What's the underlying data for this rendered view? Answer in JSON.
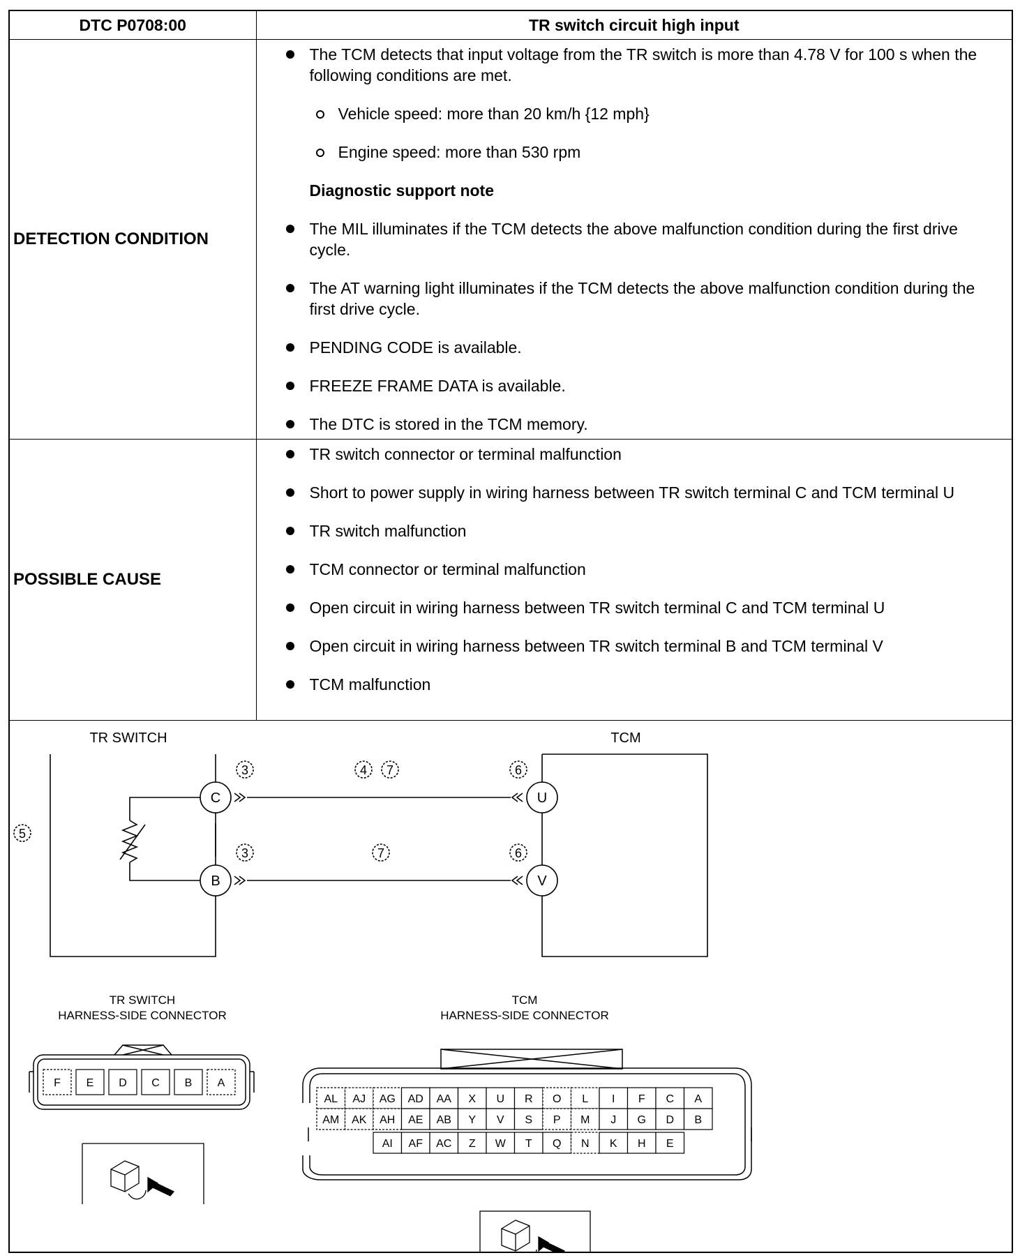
{
  "header": {
    "code": "DTC P0708:00",
    "title": "TR switch circuit high input"
  },
  "detection": {
    "label": "DETECTION CONDITION",
    "main": "The TCM detects that input voltage from the TR switch is more than 4.78 V for 100 s when the following conditions are met.",
    "conditions": [
      "Vehicle speed: more than 20 km/h {12 mph}",
      "Engine speed: more than 530 rpm"
    ],
    "note_title": "Diagnostic support note",
    "notes": [
      "The MIL illuminates if the TCM detects the above malfunction condition during the first drive cycle.",
      "The AT warning light illuminates if the TCM detects the above malfunction condition during the first drive cycle.",
      "PENDING CODE is available.",
      "FREEZE FRAME DATA is available.",
      "The DTC is stored in the TCM memory."
    ]
  },
  "cause": {
    "label": "POSSIBLE CAUSE",
    "items": [
      "TR switch connector or terminal malfunction",
      "Short to power supply in wiring harness between TR switch terminal C and TCM terminal U",
      "TR switch malfunction",
      "TCM connector or terminal malfunction",
      "Open circuit in wiring harness between TR switch terminal C and TCM terminal U",
      "Open circuit in wiring harness between TR switch terminal B and TCM terminal V",
      "TCM malfunction"
    ]
  },
  "diagram": {
    "tr_switch_label": "TR SWITCH",
    "tcm_label": "TCM",
    "terminal_c": "C",
    "terminal_b": "B",
    "terminal_u": "U",
    "terminal_v": "V",
    "step_3": "3",
    "step_4": "4",
    "step_5": "5",
    "step_6": "6",
    "step_7": "7",
    "tr_conn_label_1": "TR SWITCH",
    "tr_conn_label_2": "HARNESS-SIDE CONNECTOR",
    "tcm_conn_label_1": "TCM",
    "tcm_conn_label_2": "HARNESS-SIDE CONNECTOR",
    "tr_pins": [
      "F",
      "E",
      "D",
      "C",
      "B",
      "A"
    ],
    "tcm_row1": [
      "AL",
      "AJ",
      "AG",
      "AD",
      "AA",
      "X",
      "U",
      "R",
      "O",
      "L",
      "I",
      "F",
      "C",
      "A"
    ],
    "tcm_row2": [
      "AM",
      "AK",
      "AH",
      "AE",
      "AB",
      "Y",
      "V",
      "S",
      "P",
      "M",
      "J",
      "G",
      "D",
      "B"
    ],
    "tcm_row3": [
      "AI",
      "AF",
      "AC",
      "Z",
      "W",
      "T",
      "Q",
      "N",
      "K",
      "H",
      "E"
    ]
  }
}
